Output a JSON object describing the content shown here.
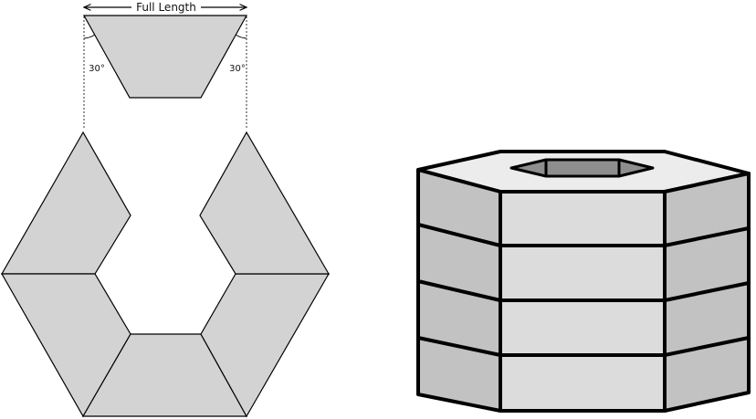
{
  "labels": {
    "full_length": "Full Length",
    "angle_left": "30°",
    "angle_right": "30°"
  },
  "colors": {
    "piece_fill": "#d3d3d3",
    "outline": "#000000",
    "top_face": "#ececec",
    "front_face": "#dcdcdc",
    "side_face": "#c2c2c2",
    "opening": "#8e8e8e"
  }
}
